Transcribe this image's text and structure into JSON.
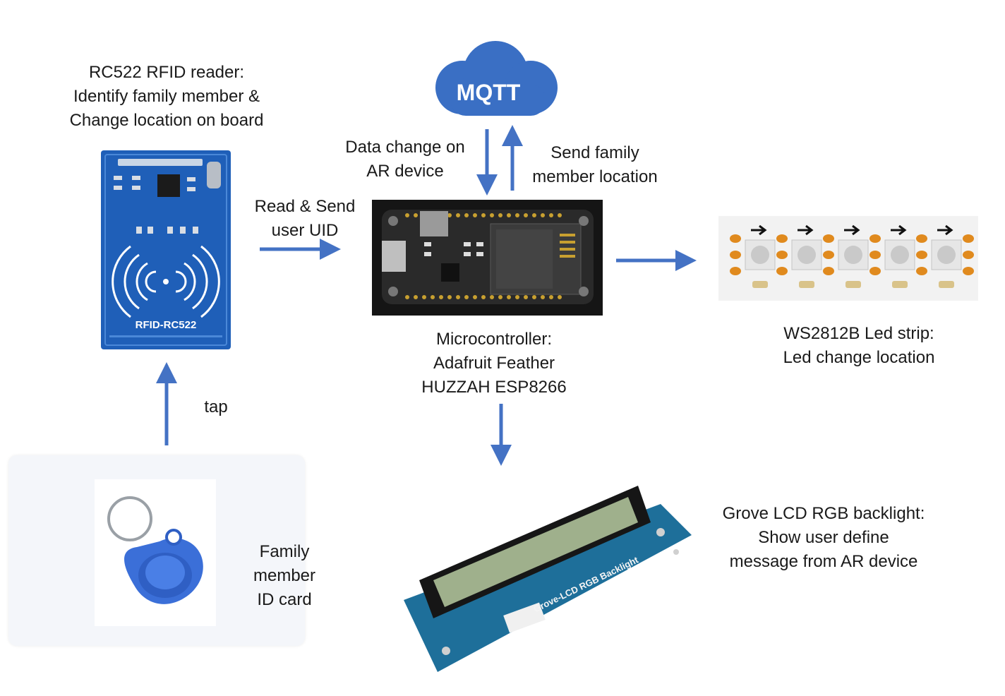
{
  "cloud": {
    "label": "MQTT"
  },
  "rfid": {
    "caption_lines": [
      "RC522 RFID reader:",
      "Identify family member &",
      "Change location on board"
    ],
    "board_text": "RFID-RC522"
  },
  "mqtt_down_label_lines": [
    "Data change on",
    "AR device"
  ],
  "mqtt_up_label_lines": [
    "Send family",
    "member location"
  ],
  "rfid_to_mcu_label_lines": [
    "Read & Send",
    "user UID"
  ],
  "mcu": {
    "caption_lines": [
      "Microcontroller:",
      "Adafruit Feather",
      "HUZZAH ESP8266"
    ]
  },
  "led": {
    "caption_lines": [
      "WS2812B Led strip:",
      "Led change location"
    ]
  },
  "tap_label": "tap",
  "card": {
    "caption_lines": [
      "Family",
      "member",
      "ID card"
    ]
  },
  "lcd": {
    "caption_lines": [
      "Grove LCD RGB backlight:",
      "Show user define",
      "message from AR device"
    ],
    "board_text": "Grove-LCD RGB Backlight"
  },
  "colors": {
    "arrow": "#4472c4",
    "cloud": "#3a6fc4",
    "rfid_board": "#1f5fb8",
    "card_tag": "#3b6fd8"
  }
}
